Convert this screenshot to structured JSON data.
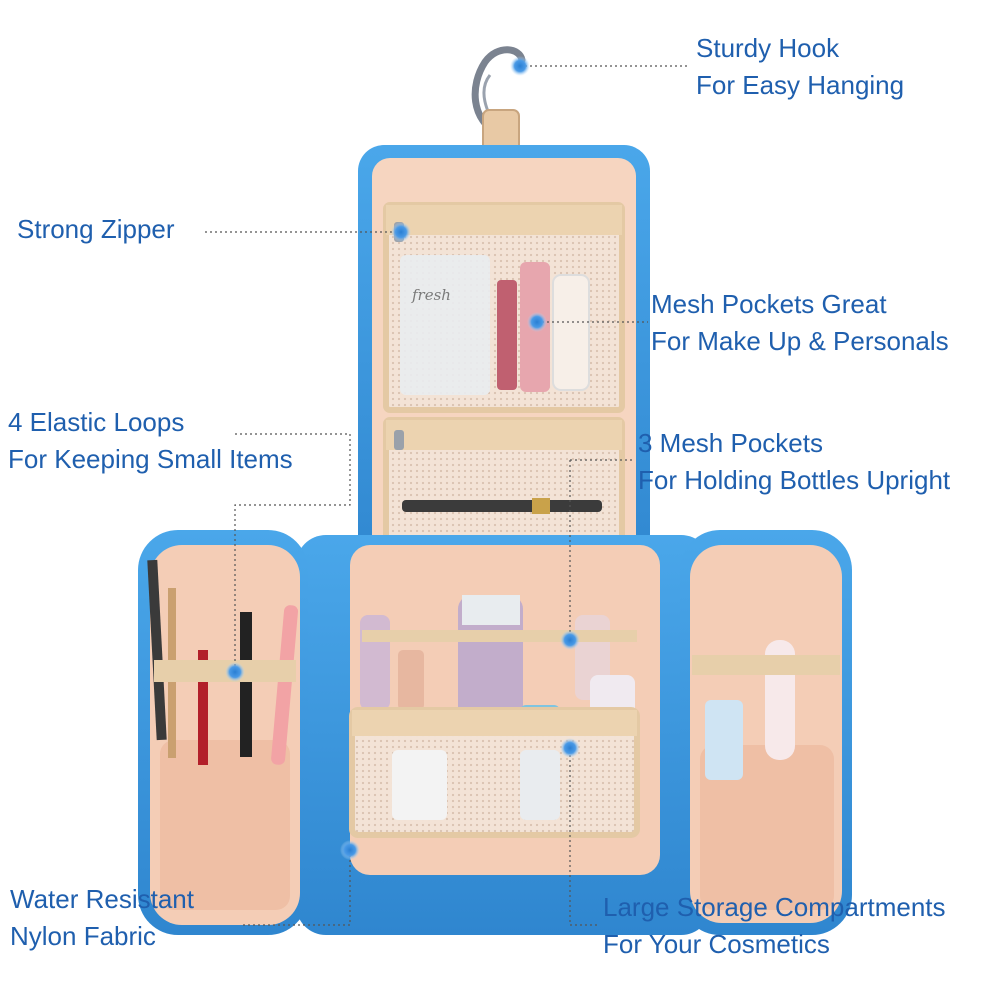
{
  "labels": {
    "hook": [
      "Sturdy Hook",
      "For Easy Hanging"
    ],
    "zipper": [
      "Strong Zipper"
    ],
    "mesh_pockets": [
      "Mesh Pockets Great",
      "For Make Up & Personals"
    ],
    "elastic_loops": [
      "4 Elastic Loops",
      "For Keeping Small Items"
    ],
    "bottle_pockets": [
      "3 Mesh Pockets",
      "For Holding Bottles Upright"
    ],
    "fabric": [
      "Water Resistant",
      "Nylon Fabric"
    ],
    "storage": [
      "Large Storage Compartments",
      "For Your Cosmetics"
    ]
  },
  "product_brand_text": "fresh",
  "colors": {
    "label_text": "#1f5fae",
    "bag_blue": "#3f9be0",
    "lining": "#f4cdb6",
    "trim": "#e9cfa8",
    "marker": "#2a7fd4"
  }
}
